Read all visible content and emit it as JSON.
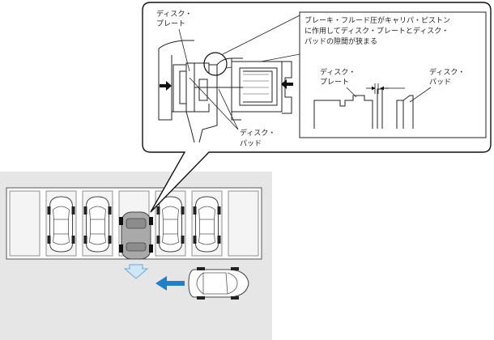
{
  "callout": {
    "disc_plate_label": [
      "ディスク・",
      "プレート"
    ],
    "disc_pad_label": [
      "ディスク・",
      "パッド"
    ],
    "note_lines": [
      "ブレーキ・フルード圧がキャリパ・ピストン",
      "に作用してディスク・プレートとディスク・",
      "パッドの隙間が狭まる"
    ],
    "detail_plate_label": [
      "ディスク・",
      "プレート"
    ],
    "detail_pad_label": [
      "ディスク・",
      "パッド"
    ]
  },
  "colors": {
    "ground": "#e6e6e6",
    "slot_fill": "#f4f4f4",
    "highlight_car": "#a9a9a9",
    "arrow_blue": "#1f7fc9",
    "reverse_arrow": "#cfe6f7",
    "line": "#222222"
  },
  "parking": {
    "slot_count": 7,
    "parked_cars": 4,
    "highlight_slot_index": 3
  }
}
